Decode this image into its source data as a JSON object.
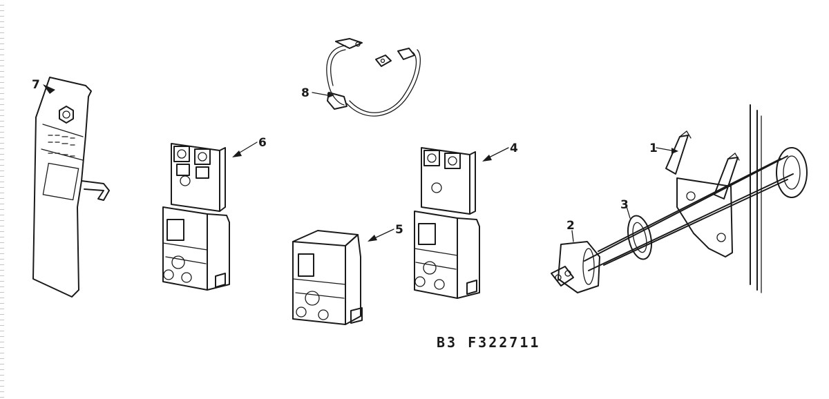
{
  "diagram": {
    "catalog_code": "B3  F322711",
    "callouts": [
      {
        "id": "1",
        "label": "1"
      },
      {
        "id": "2",
        "label": "2"
      },
      {
        "id": "3",
        "label": "3"
      },
      {
        "id": "4",
        "label": "4"
      },
      {
        "id": "5",
        "label": "5"
      },
      {
        "id": "6",
        "label": "6"
      },
      {
        "id": "7",
        "label": "7"
      },
      {
        "id": "8",
        "label": "8"
      }
    ]
  }
}
